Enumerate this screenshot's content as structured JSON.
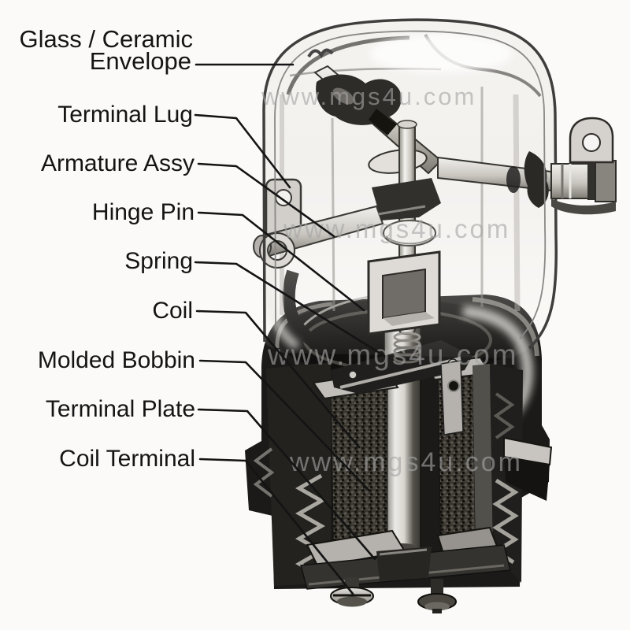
{
  "figure": {
    "subject": "Vacuum relay cutaway photograph with part labels",
    "background_color": "#fbfaf8",
    "label_color": "#141414",
    "leader_line_color": "#141414",
    "watermark_color": "#a6a6a6",
    "labels": [
      {
        "id": "glass-ceramic",
        "text": "Glass / Ceramic"
      },
      {
        "id": "envelope",
        "text": "Envelope"
      },
      {
        "id": "terminal-lug",
        "text": "Terminal Lug"
      },
      {
        "id": "armature-assy",
        "text": "Armature Assy"
      },
      {
        "id": "hinge-pin",
        "text": "Hinge Pin"
      },
      {
        "id": "spring",
        "text": "Spring"
      },
      {
        "id": "coil",
        "text": "Coil"
      },
      {
        "id": "molded-bobbin",
        "text": "Molded Bobbin"
      },
      {
        "id": "terminal-plate",
        "text": "Terminal Plate"
      },
      {
        "id": "coil-terminal",
        "text": "Coil Terminal"
      }
    ],
    "watermarks": [
      {
        "text": "www.mgs4u.com"
      },
      {
        "text": "www.mgs4u.com"
      },
      {
        "text": "www.mgs4u.com"
      },
      {
        "text": "www.mgs4u.com"
      }
    ]
  }
}
